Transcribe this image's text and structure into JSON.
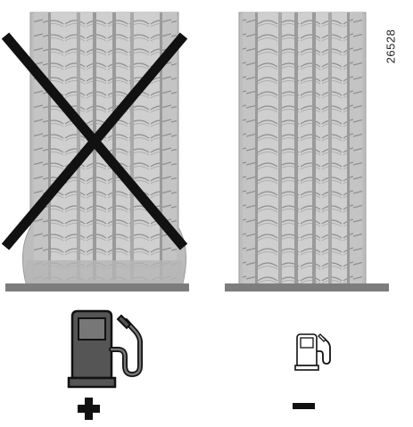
{
  "figure": {
    "reference_code": "26528",
    "colors": {
      "tire_fill": "#c9c9c9",
      "tire_dark": "#8f8f8f",
      "ground": "#7d7d7d",
      "cross": "#111111",
      "pump_fill": "#555555",
      "pump_outline": "#111111"
    },
    "left_panel": {
      "tire": "underinflated-tire",
      "marker": "cross-mark-icon",
      "fuel_icon": "fuel-pump-large-icon",
      "indicator": "plus-icon"
    },
    "right_panel": {
      "tire": "properly-inflated-tire",
      "fuel_icon": "fuel-pump-small-icon",
      "indicator": "minus-icon"
    }
  }
}
